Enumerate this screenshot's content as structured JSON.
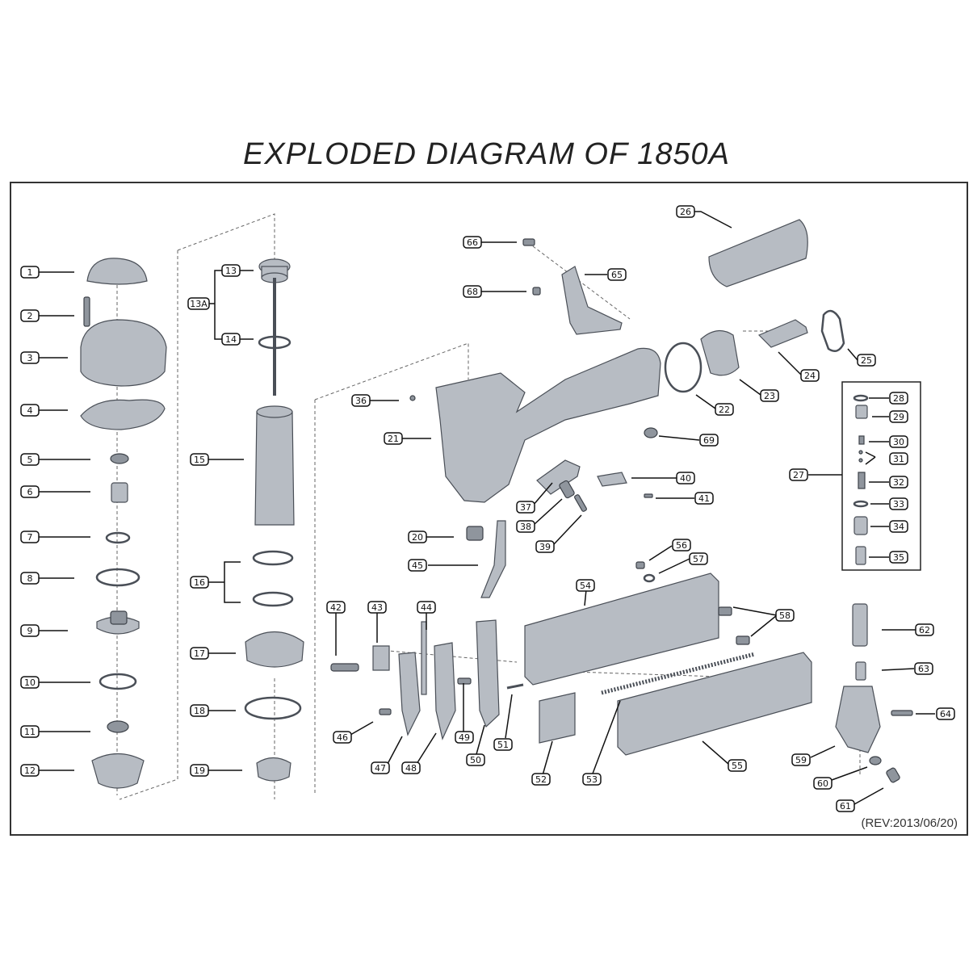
{
  "title": "EXPLODED DIAGRAM OF 1850A",
  "revision": "(REV:2013/06/20)",
  "part_labels": [
    {
      "id": "1",
      "text": "1"
    },
    {
      "id": "2",
      "text": "2"
    },
    {
      "id": "3",
      "text": "3"
    },
    {
      "id": "4",
      "text": "4"
    },
    {
      "id": "5",
      "text": "5"
    },
    {
      "id": "6",
      "text": "6"
    },
    {
      "id": "7",
      "text": "7"
    },
    {
      "id": "8",
      "text": "8"
    },
    {
      "id": "9",
      "text": "9"
    },
    {
      "id": "10",
      "text": "10"
    },
    {
      "id": "11",
      "text": "11"
    },
    {
      "id": "12",
      "text": "12"
    },
    {
      "id": "13",
      "text": "13"
    },
    {
      "id": "13A",
      "text": "13A"
    },
    {
      "id": "14",
      "text": "14"
    },
    {
      "id": "15",
      "text": "15"
    },
    {
      "id": "16",
      "text": "16"
    },
    {
      "id": "17",
      "text": "17"
    },
    {
      "id": "18",
      "text": "18"
    },
    {
      "id": "19",
      "text": "19"
    },
    {
      "id": "20",
      "text": "20"
    },
    {
      "id": "21",
      "text": "21"
    },
    {
      "id": "22",
      "text": "22"
    },
    {
      "id": "23",
      "text": "23"
    },
    {
      "id": "24",
      "text": "24"
    },
    {
      "id": "25",
      "text": "25"
    },
    {
      "id": "26",
      "text": "26"
    },
    {
      "id": "27",
      "text": "27"
    },
    {
      "id": "28",
      "text": "28"
    },
    {
      "id": "29",
      "text": "29"
    },
    {
      "id": "30",
      "text": "30"
    },
    {
      "id": "31",
      "text": "31"
    },
    {
      "id": "32",
      "text": "32"
    },
    {
      "id": "33",
      "text": "33"
    },
    {
      "id": "34",
      "text": "34"
    },
    {
      "id": "35",
      "text": "35"
    },
    {
      "id": "36",
      "text": "36"
    },
    {
      "id": "37",
      "text": "37"
    },
    {
      "id": "38",
      "text": "38"
    },
    {
      "id": "39",
      "text": "39"
    },
    {
      "id": "40",
      "text": "40"
    },
    {
      "id": "41",
      "text": "41"
    },
    {
      "id": "42",
      "text": "42"
    },
    {
      "id": "43",
      "text": "43"
    },
    {
      "id": "44",
      "text": "44"
    },
    {
      "id": "45",
      "text": "45"
    },
    {
      "id": "46",
      "text": "46"
    },
    {
      "id": "47",
      "text": "47"
    },
    {
      "id": "48",
      "text": "48"
    },
    {
      "id": "49",
      "text": "49"
    },
    {
      "id": "50",
      "text": "50"
    },
    {
      "id": "51",
      "text": "51"
    },
    {
      "id": "52",
      "text": "52"
    },
    {
      "id": "53",
      "text": "53"
    },
    {
      "id": "54",
      "text": "54"
    },
    {
      "id": "55",
      "text": "55"
    },
    {
      "id": "56",
      "text": "56"
    },
    {
      "id": "57",
      "text": "57"
    },
    {
      "id": "58",
      "text": "58"
    },
    {
      "id": "59",
      "text": "59"
    },
    {
      "id": "60",
      "text": "60"
    },
    {
      "id": "61",
      "text": "61"
    },
    {
      "id": "62",
      "text": "62"
    },
    {
      "id": "63",
      "text": "63"
    },
    {
      "id": "64",
      "text": "64"
    },
    {
      "id": "65",
      "text": "65"
    },
    {
      "id": "66",
      "text": "66"
    },
    {
      "id": "68",
      "text": "68"
    },
    {
      "id": "69",
      "text": "69"
    }
  ]
}
